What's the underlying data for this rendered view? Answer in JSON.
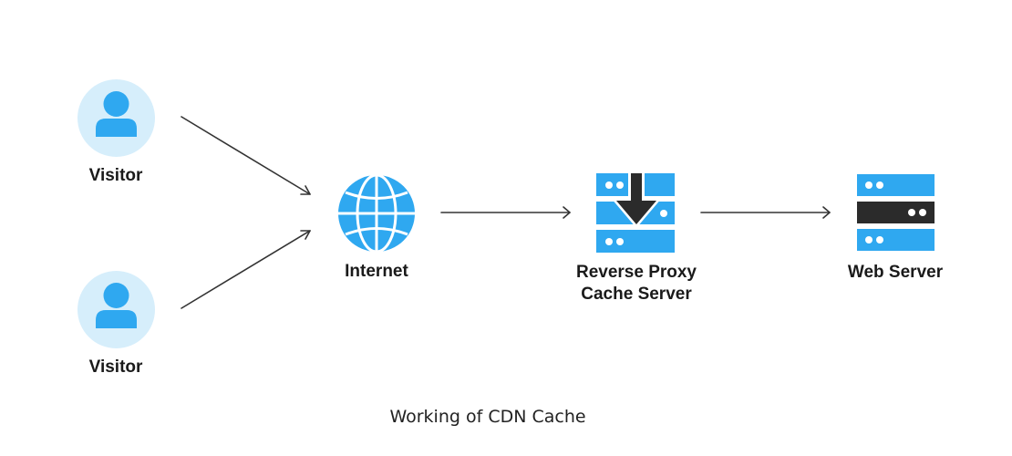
{
  "diagram": {
    "caption": "Working of CDN Cache",
    "colors": {
      "accent": "#2FA8F0",
      "avatar_bg": "#D6EEFB",
      "dark": "#2B2B2B",
      "arrow": "#333333"
    },
    "nodes": [
      {
        "id": "visitor-1",
        "label": "Visitor",
        "icon": "user-icon"
      },
      {
        "id": "visitor-2",
        "label": "Visitor",
        "icon": "user-icon"
      },
      {
        "id": "internet",
        "label": "Internet",
        "icon": "globe-icon"
      },
      {
        "id": "reverse-proxy",
        "label_line1": "Reverse Proxy",
        "label_line2": "Cache Server",
        "icon": "cache-server-icon"
      },
      {
        "id": "web-server",
        "label": "Web Server",
        "icon": "server-icon"
      }
    ],
    "edges": [
      {
        "from": "visitor-1",
        "to": "internet"
      },
      {
        "from": "visitor-2",
        "to": "internet"
      },
      {
        "from": "internet",
        "to": "reverse-proxy"
      },
      {
        "from": "reverse-proxy",
        "to": "web-server"
      }
    ]
  }
}
